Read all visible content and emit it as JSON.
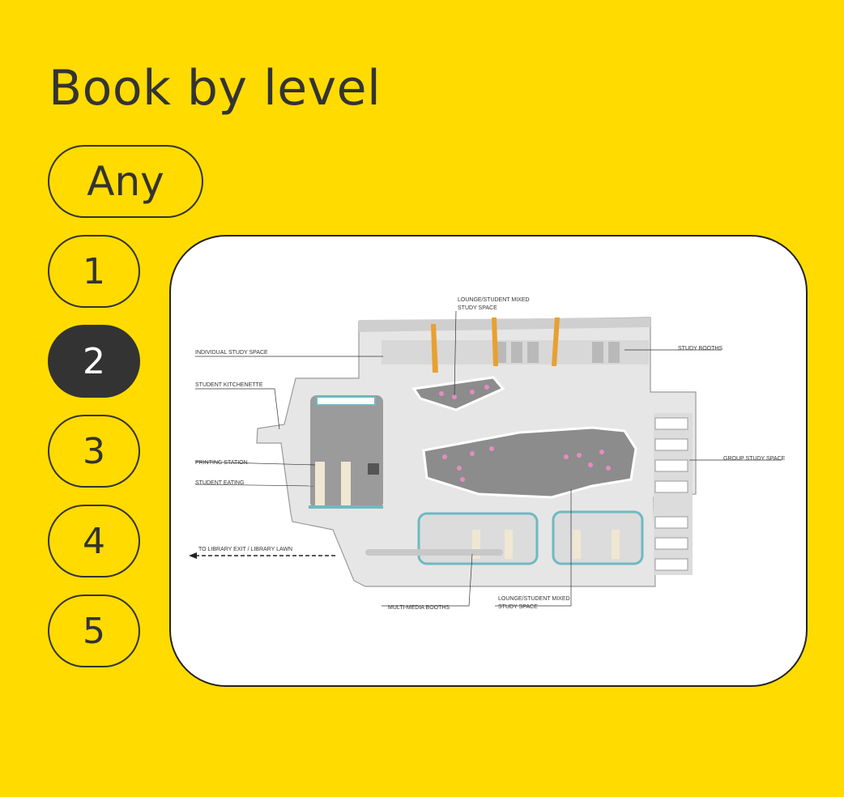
{
  "page": {
    "title": "Book by level"
  },
  "levels": {
    "any_label": "Any",
    "items": [
      {
        "label": "1",
        "selected": false
      },
      {
        "label": "2",
        "selected": true
      },
      {
        "label": "3",
        "selected": false
      },
      {
        "label": "4",
        "selected": false
      },
      {
        "label": "5",
        "selected": false
      }
    ]
  },
  "floor_plan": {
    "labels": {
      "lounge_top": [
        "LOUNGE/STUDENT MIXED",
        "STUDY SPACE"
      ],
      "individual_study": "INDIVIDUAL STUDY SPACE",
      "study_booths": "STUDY BOOTHS",
      "kitchenette": "STUDENT KITCHENETTE",
      "group_study": "GROUP STUDY SPACE",
      "printing": "PRINTING STATION",
      "eating": "STUDENT EATING",
      "exit": "TO LIBRARY EXIT / LIBRARY LAWN",
      "multimedia": "MULTI-MEDIA BOOTHS",
      "lounge_bottom": [
        "LOUNGE/STUDENT MIXED",
        "STUDY SPACE"
      ]
    }
  },
  "colors": {
    "background": "#FFDB00",
    "text": "#333333",
    "selected_fill": "#333333",
    "card": "#FFFFFF",
    "plan_floor": "#E6E6E6",
    "plan_lounge": "#8C8C8C",
    "plan_teal": "#6FB9C2",
    "plan_pink": "#E58CC0",
    "plan_orange": "#E8A030"
  }
}
